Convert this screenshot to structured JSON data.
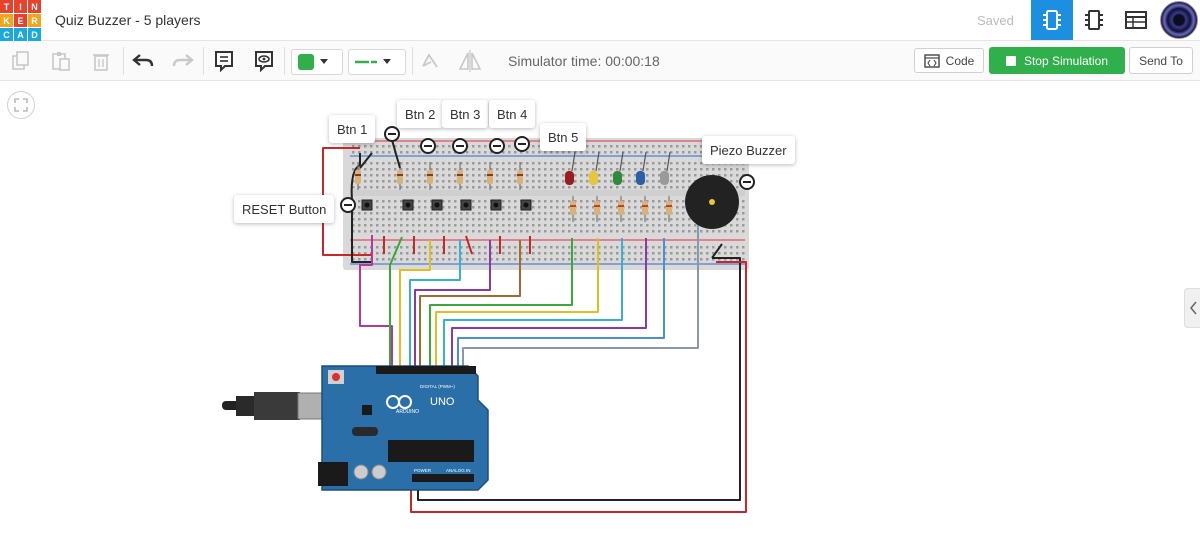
{
  "app": {
    "project_title": "Quiz Buzzer - 5 players",
    "saved_status": "Saved",
    "logo_letters": [
      "T",
      "I",
      "N",
      "K",
      "E",
      "R",
      "C",
      "A",
      "D"
    ],
    "logo_colors": [
      "#e8412c",
      "#e8412c",
      "#e8412c",
      "#f2a51b",
      "#e8412c",
      "#f2a51b",
      "#1aa9de",
      "#1aa9de",
      "#1aa9de"
    ]
  },
  "toolbar": {
    "simulator_time": "Simulator time: 00:00:18",
    "code_label": "Code",
    "stop_label": "Stop Simulation",
    "send_label": "Send To",
    "wire_color": "#2fb04a"
  },
  "labels": {
    "btn1": "Btn 1",
    "btn2": "Btn 2",
    "btn3": "Btn 3",
    "btn4": "Btn 4",
    "btn5": "Btn 5",
    "reset": "RESET Button",
    "buzzer": "Piezo Buzzer"
  },
  "board": {
    "model": "UNO",
    "brand": "ARDUINO",
    "digital_label": "DIGITAL (PWM~)",
    "power_label": "POWER",
    "analog_label": "ANALOG IN"
  },
  "colors": {
    "accent": "#1d8fe0",
    "run": "#2fb04a",
    "board": "#2b6fa8"
  }
}
